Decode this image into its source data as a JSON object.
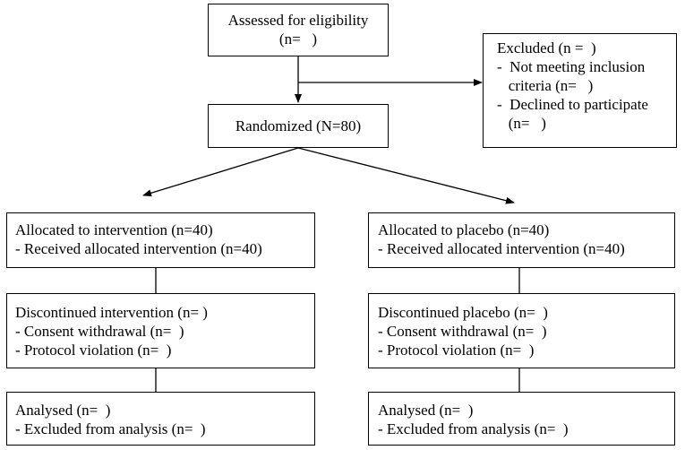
{
  "assessed": {
    "line1": "Assessed for eligibility",
    "line2": "(n=   )"
  },
  "excluded": {
    "line1": "Excluded (n =  )",
    "line2": "-  Not meeting inclusion",
    "line3": "   criteria (n=   )",
    "line4": "-  Declined to participate",
    "line5": "   (n=   )"
  },
  "randomized": {
    "line1": "Randomized (N=80)"
  },
  "left": {
    "allocated": {
      "line1": "Allocated to intervention (n=40)",
      "line2": "- Received allocated intervention (n=40)"
    },
    "discontinued": {
      "line1": "Discontinued intervention (n= )",
      "line2": "- Consent withdrawal (n=  )",
      "line3": "- Protocol violation (n=  )"
    },
    "analysed": {
      "line1": "Analysed (n=  )",
      "line2": "- Excluded from analysis (n=  )"
    }
  },
  "right": {
    "allocated": {
      "line1": "Allocated to placebo (n=40)",
      "line2": "- Received allocated intervention (n=40)"
    },
    "discontinued": {
      "line1": "Discontinued placebo (n=  )",
      "line2": "- Consent withdrawal (n=  )",
      "line3": "- Protocol violation (n=  )"
    },
    "analysed": {
      "line1": "Analysed (n=  )",
      "line2": "- Excluded from analysis (n=  )"
    }
  }
}
